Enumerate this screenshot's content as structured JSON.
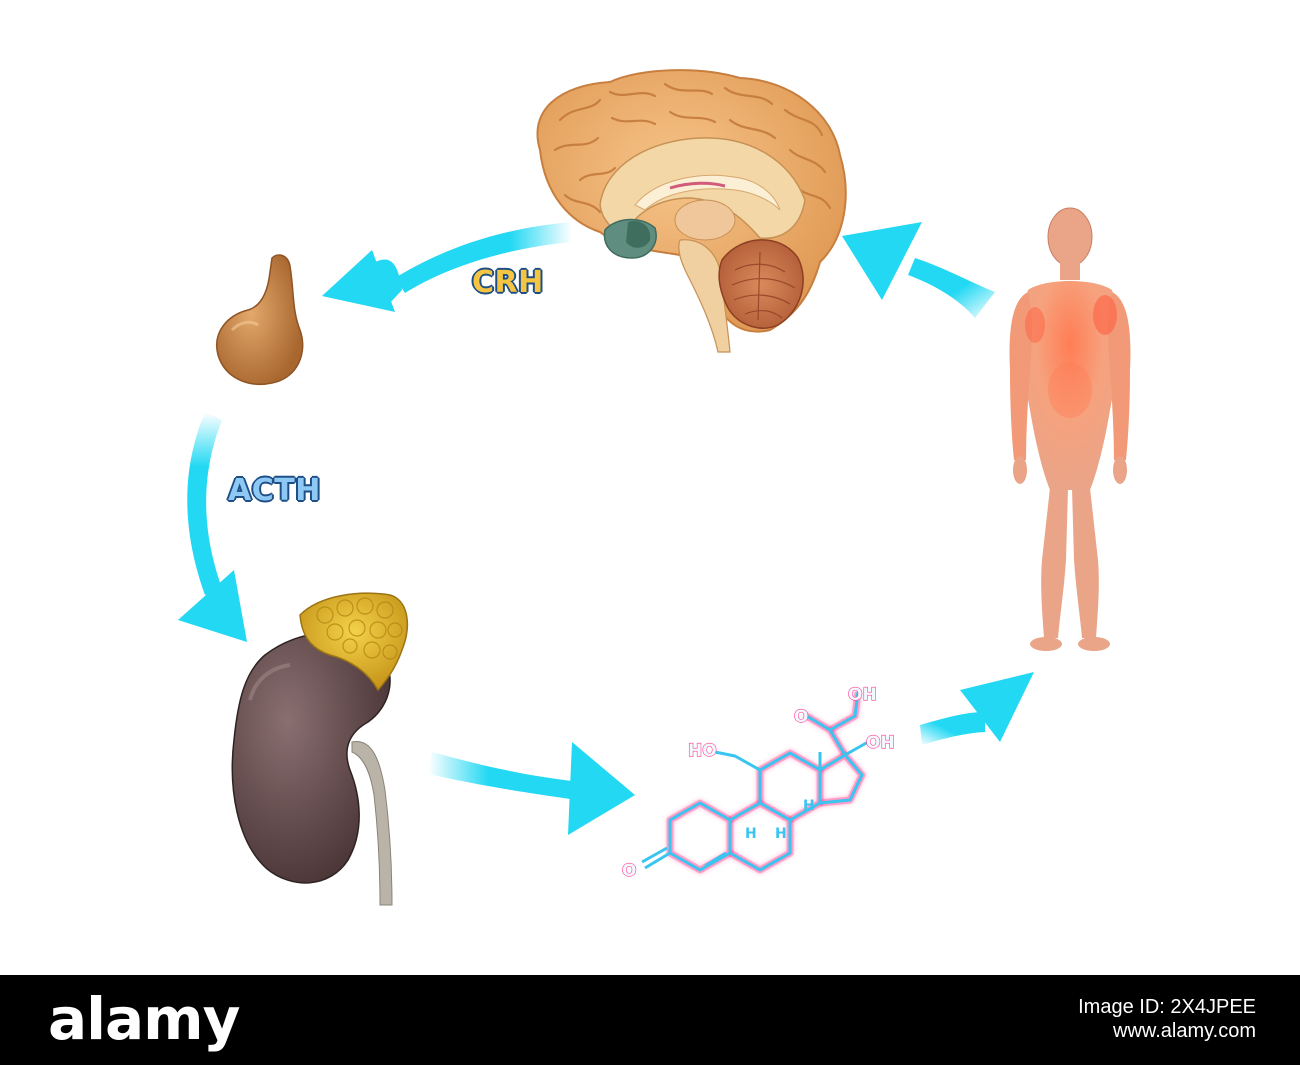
{
  "diagram": {
    "labels": {
      "crh": "CRH",
      "acth": "ACTH"
    },
    "molecule_groups": [
      "HO",
      "O",
      "OH",
      "OH",
      "O"
    ],
    "colors": {
      "arrow": "#22d8f3",
      "brain_cortex": "#f0b06a",
      "pituitary": "#c98a4e",
      "kidney": "#5e4747",
      "adrenal": "#e3b928",
      "body_skin": "#f4a07c",
      "body_glow": "#ff5a3c",
      "molecule_bond": "#39c5f0",
      "molecule_glow": "#ff3d8f"
    },
    "icons": [
      "brain-icon",
      "pituitary-gland-icon",
      "kidney-adrenal-icon",
      "cortisol-molecule-icon",
      "human-body-icon"
    ]
  },
  "footer": {
    "logo": "alamy",
    "image_id_prefix": "Image ID:",
    "image_id": "2X4JPEE",
    "site": "www.alamy.com"
  }
}
